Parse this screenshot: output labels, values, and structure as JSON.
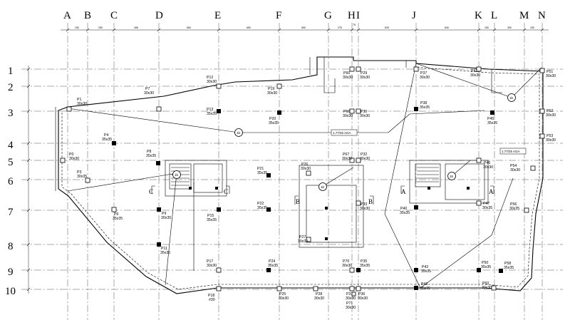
{
  "axes_x": [
    "A",
    "B",
    "C",
    "D",
    "E",
    "F",
    "G",
    "H",
    "I",
    "J",
    "K",
    "L",
    "M",
    "N"
  ],
  "axes_y": [
    "1",
    "2",
    "3",
    "4",
    "5",
    "6",
    "7",
    "8",
    "9",
    "10"
  ],
  "top_dimensions": [
    "150",
    "250",
    "455",
    "560",
    "650",
    "550",
    "275",
    "75",
    "625",
    "630",
    "150",
    "300",
    "150"
  ],
  "columns": [
    {
      "label": "P1",
      "size": "30x30"
    },
    {
      "label": "P4",
      "size": "35x35"
    },
    {
      "label": "P0",
      "size": "30x30"
    },
    {
      "label": "P3",
      "size": "30x35"
    },
    {
      "label": "P7",
      "size": "30x30"
    },
    {
      "label": "P8",
      "size": "35x35"
    },
    {
      "label": "P6",
      "size": "35x35"
    },
    {
      "label": "P9",
      "size": "30x35"
    },
    {
      "label": "P11",
      "size": "35x35"
    },
    {
      "label": "P12",
      "size": "30x30"
    },
    {
      "label": "P13",
      "size": "35x35"
    },
    {
      "label": "P15",
      "size": "35x35"
    },
    {
      "label": "P17",
      "size": "30x30"
    },
    {
      "label": "P18",
      "size": "#30"
    },
    {
      "label": "P19",
      "size": "30x30"
    },
    {
      "label": "P20",
      "size": "35x35"
    },
    {
      "label": "P21",
      "size": "35x35"
    },
    {
      "label": "P22",
      "size": "35x35"
    },
    {
      "label": "P24",
      "size": "35x35"
    },
    {
      "label": "P25",
      "size": "30x30"
    },
    {
      "label": "P26",
      "size": "30x30"
    },
    {
      "label": "P27",
      "size": "30x30"
    },
    {
      "label": "P28",
      "size": "30x30"
    },
    {
      "label": "P31",
      "size": "30x30"
    },
    {
      "label": "P60",
      "size": "30x30"
    },
    {
      "label": "P29",
      "size": "30x30"
    },
    {
      "label": "P66",
      "size": "30x30"
    },
    {
      "label": "P30",
      "size": "30x30"
    },
    {
      "label": "P67",
      "size": "30x30"
    },
    {
      "label": "P32",
      "size": "30x30"
    },
    {
      "label": "P33",
      "size": "30x30"
    },
    {
      "label": "P70",
      "size": "30x30"
    },
    {
      "label": "P35",
      "size": "35x35"
    },
    {
      "label": "P71",
      "size": "30x30"
    },
    {
      "label": "P36",
      "size": "30x30"
    },
    {
      "label": "P37",
      "size": "30x30"
    },
    {
      "label": "P38",
      "size": "35x35"
    },
    {
      "label": "P40",
      "size": "35x35"
    },
    {
      "label": "P42",
      "size": "35x35"
    },
    {
      "label": "P43",
      "size": "35x35"
    },
    {
      "label": "P41",
      "size": "30x30"
    },
    {
      "label": "P45",
      "size": "35x35"
    },
    {
      "label": "P46",
      "size": "30x30"
    },
    {
      "label": "P47",
      "size": "30x35"
    },
    {
      "label": "P50",
      "size": "35x35"
    },
    {
      "label": "P60",
      "size": "30x30"
    },
    {
      "label": "P51",
      "size": "30x30"
    },
    {
      "label": "P52",
      "size": "30x30"
    },
    {
      "label": "P53",
      "size": "30x30"
    },
    {
      "label": "P54",
      "size": "30x30"
    },
    {
      "label": "P56",
      "size": "30x35"
    },
    {
      "label": "P58",
      "size": "35x35"
    }
  ],
  "level_marks": [
    "1.77/25 AGA",
    "1.77/25 AGA"
  ],
  "circle_marks": [
    "1b",
    "1b",
    "1b",
    "1b",
    "1b"
  ],
  "section_marks": [
    "C",
    "C",
    "B",
    "B",
    "A",
    "A"
  ]
}
